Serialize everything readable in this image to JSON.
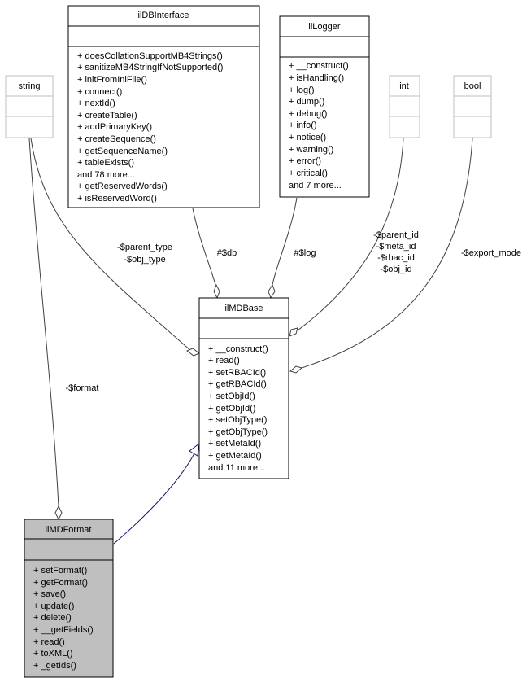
{
  "classes": {
    "dbinterface": {
      "name": "ilDBInterface",
      "methods": [
        "+ doesCollationSupportMB4Strings()",
        "+ sanitizeMB4StringIfNotSupported()",
        "+ initFromIniFile()",
        "+ connect()",
        "+ nextId()",
        "+ createTable()",
        "+ addPrimaryKey()",
        "+ createSequence()",
        "+ getSequenceName()",
        "+ tableExists()",
        "and 78 more...",
        "+ getReservedWords()",
        "+ isReservedWord()"
      ]
    },
    "logger": {
      "name": "ilLogger",
      "methods": [
        "+ __construct()",
        "+ isHandling()",
        "+ log()",
        "+ dump()",
        "+ debug()",
        "+ info()",
        "+ notice()",
        "+ warning()",
        "+ error()",
        "+ critical()",
        "and 7 more..."
      ]
    },
    "string": {
      "name": "string"
    },
    "int": {
      "name": "int"
    },
    "bool": {
      "name": "bool"
    },
    "mdbase": {
      "name": "ilMDBase",
      "methods": [
        "+ __construct()",
        "+ read()",
        "+ setRBACId()",
        "+ getRBACId()",
        "+ setObjId()",
        "+ getObjId()",
        "+ setObjType()",
        "+ getObjType()",
        "+ setMetaId()",
        "+ getMetaId()",
        "and 11 more..."
      ]
    },
    "mdformat": {
      "name": "ilMDFormat",
      "methods": [
        "+ setFormat()",
        "+ getFormat()",
        "+ save()",
        "+ update()",
        "+ delete()",
        "+ __getFields()",
        "+ read()",
        "+ toXML()",
        "+ _getIds()"
      ]
    }
  },
  "edges": {
    "string_mdbase": [
      "-$parent_type",
      "-$obj_type"
    ],
    "db_mdbase": [
      "#$db"
    ],
    "log_mdbase": [
      "#$log"
    ],
    "int_mdbase": [
      "-$parent_id",
      "-$meta_id",
      "-$rbac_id",
      "-$obj_id"
    ],
    "bool_mdbase": [
      "-$export_mode"
    ],
    "string_mdformat": [
      "-$format"
    ]
  }
}
